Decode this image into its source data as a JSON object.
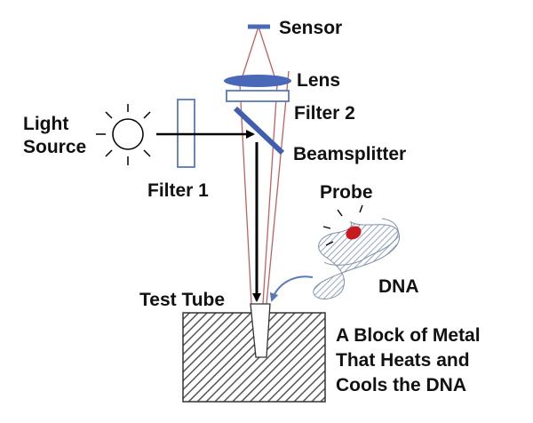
{
  "labels": {
    "sensor": "Sensor",
    "lens": "Lens",
    "filter2": "Filter 2",
    "light_source_line1": "Light",
    "light_source_line2": "Source",
    "beamsplitter": "Beamsplitter",
    "filter1": "Filter 1",
    "probe": "Probe",
    "dna": "DNA",
    "test_tube": "Test Tube",
    "block_line1": "A Block of Metal",
    "block_line2": "That Heats and",
    "block_line3": "Cools the DNA"
  },
  "colors": {
    "sensor": "#4a68b8",
    "lens": "#4a68b8",
    "beamsplitter": "#3f5fae",
    "optic_outline": "#5a78b8",
    "light_ray": "#c06060",
    "excitation_arrow": "#000000",
    "probe": "#c8191e",
    "block_hatch": "#555555",
    "dna_hatch": "#7a8fb0",
    "label_text": "#111111"
  },
  "icons": {
    "light_source": "sun-bulb-icon",
    "probe": "fluorescent-probe-icon"
  }
}
